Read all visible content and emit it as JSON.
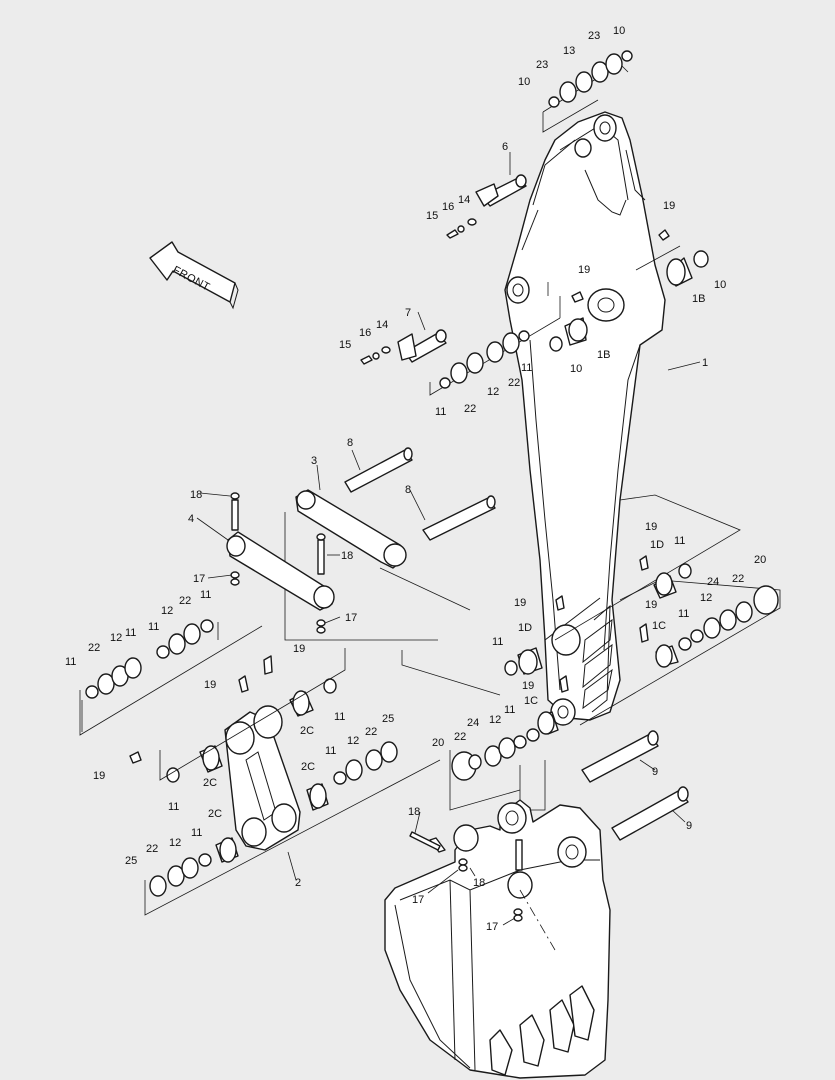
{
  "front_label": "FRONT",
  "callouts": [
    {
      "id": "c-10-top",
      "text": "10"
    },
    {
      "id": "c-23-top",
      "text": "23"
    },
    {
      "id": "c-13",
      "text": "13"
    },
    {
      "id": "c-23-mid",
      "text": "23"
    },
    {
      "id": "c-10-left",
      "text": "10"
    },
    {
      "id": "c-6",
      "text": "6"
    },
    {
      "id": "c-14-a",
      "text": "14"
    },
    {
      "id": "c-16-a",
      "text": "16"
    },
    {
      "id": "c-15-a",
      "text": "15"
    },
    {
      "id": "c-19-a",
      "text": "19"
    },
    {
      "id": "c-10-b",
      "text": "10"
    },
    {
      "id": "c-1B-a",
      "text": "1B"
    },
    {
      "id": "c-19-b",
      "text": "19"
    },
    {
      "id": "c-1B-b",
      "text": "1B"
    },
    {
      "id": "c-10-c",
      "text": "10"
    },
    {
      "id": "c-1",
      "text": "1"
    },
    {
      "id": "c-7",
      "text": "7"
    },
    {
      "id": "c-14-b",
      "text": "14"
    },
    {
      "id": "c-16-b",
      "text": "16"
    },
    {
      "id": "c-15-b",
      "text": "15"
    },
    {
      "id": "c-11-a",
      "text": "11"
    },
    {
      "id": "c-22-a",
      "text": "22"
    },
    {
      "id": "c-12-a",
      "text": "12"
    },
    {
      "id": "c-22-b",
      "text": "22"
    },
    {
      "id": "c-11-b",
      "text": "11"
    },
    {
      "id": "c-8-a",
      "text": "8"
    },
    {
      "id": "c-3",
      "text": "3"
    },
    {
      "id": "c-8-b",
      "text": "8"
    },
    {
      "id": "c-18-a",
      "text": "18"
    },
    {
      "id": "c-4",
      "text": "4"
    },
    {
      "id": "c-18-b",
      "text": "18"
    },
    {
      "id": "c-17-a",
      "text": "17"
    },
    {
      "id": "c-17-b",
      "text": "17"
    },
    {
      "id": "c-12-b",
      "text": "12"
    },
    {
      "id": "c-22-c",
      "text": "22"
    },
    {
      "id": "c-11-c",
      "text": "11"
    },
    {
      "id": "c-11-d",
      "text": "11"
    },
    {
      "id": "c-22-d",
      "text": "22"
    },
    {
      "id": "c-12-c",
      "text": "12"
    },
    {
      "id": "c-11-e",
      "text": "11"
    },
    {
      "id": "c-11-f",
      "text": "11"
    },
    {
      "id": "c-19-c",
      "text": "19"
    },
    {
      "id": "c-19-d",
      "text": "19"
    },
    {
      "id": "c-2C-a",
      "text": "2C"
    },
    {
      "id": "c-11-g",
      "text": "11"
    },
    {
      "id": "c-19-e",
      "text": "19"
    },
    {
      "id": "c-2C-b",
      "text": "2C"
    },
    {
      "id": "c-11-h",
      "text": "11"
    },
    {
      "id": "c-2C-c",
      "text": "2C"
    },
    {
      "id": "c-2C-d",
      "text": "2C"
    },
    {
      "id": "c-11-i",
      "text": "11"
    },
    {
      "id": "c-12-d",
      "text": "12"
    },
    {
      "id": "c-22-e",
      "text": "22"
    },
    {
      "id": "c-25-a",
      "text": "25"
    },
    {
      "id": "c-2",
      "text": "2"
    },
    {
      "id": "c-25-b",
      "text": "25"
    },
    {
      "id": "c-22-f",
      "text": "22"
    },
    {
      "id": "c-12-e",
      "text": "12"
    },
    {
      "id": "c-11-j",
      "text": "11"
    },
    {
      "id": "c-19-f",
      "text": "19"
    },
    {
      "id": "c-1D-a",
      "text": "1D"
    },
    {
      "id": "c-11-k",
      "text": "11"
    },
    {
      "id": "c-20-a",
      "text": "20"
    },
    {
      "id": "c-24-a",
      "text": "24"
    },
    {
      "id": "c-22-g",
      "text": "22"
    },
    {
      "id": "c-12-f",
      "text": "12"
    },
    {
      "id": "c-11-l",
      "text": "11"
    },
    {
      "id": "c-19-g",
      "text": "19"
    },
    {
      "id": "c-1C-a",
      "text": "1C"
    },
    {
      "id": "c-19-h",
      "text": "19"
    },
    {
      "id": "c-11-m",
      "text": "11"
    },
    {
      "id": "c-1D-b",
      "text": "1D"
    },
    {
      "id": "c-19-i",
      "text": "19"
    },
    {
      "id": "c-1C-b",
      "text": "1C"
    },
    {
      "id": "c-11-n",
      "text": "11"
    },
    {
      "id": "c-12-g",
      "text": "12"
    },
    {
      "id": "c-24-b",
      "text": "24"
    },
    {
      "id": "c-22-h",
      "text": "22"
    },
    {
      "id": "c-20-b",
      "text": "20"
    },
    {
      "id": "c-9-a",
      "text": "9"
    },
    {
      "id": "c-9-b",
      "text": "9"
    },
    {
      "id": "c-18-c",
      "text": "18"
    },
    {
      "id": "c-17-c",
      "text": "17"
    },
    {
      "id": "c-18-d",
      "text": "18"
    },
    {
      "id": "c-17-d",
      "text": "17"
    }
  ]
}
